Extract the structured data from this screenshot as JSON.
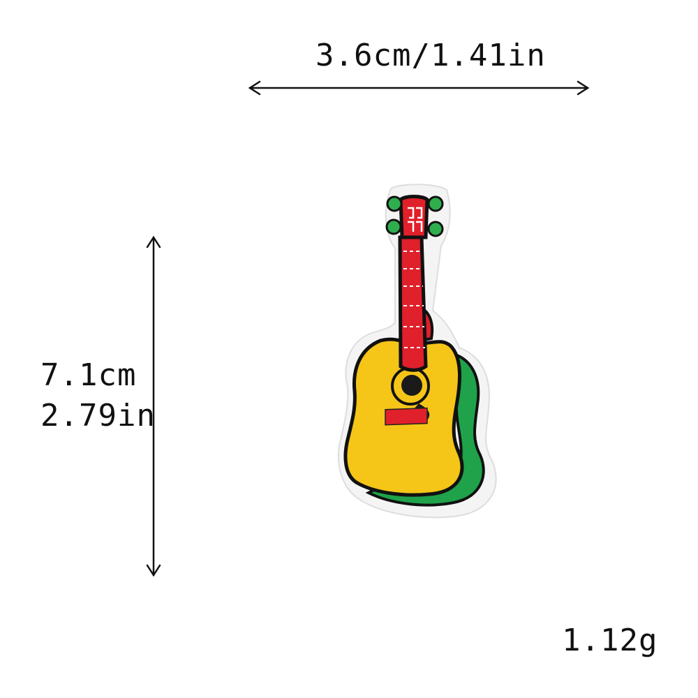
{
  "dimensions": {
    "width_label": "3.6cm/1.41in",
    "height_label_cm": "7.1cm",
    "height_label_in": "2.79in",
    "weight_label": "1.12g"
  },
  "product": {
    "subject": "guitar-patch",
    "colors": {
      "body": "#f5c518",
      "side": "#1fa24a",
      "neck": "#e0202a",
      "pegs": "#2fae4e",
      "outline": "#111111",
      "border": "#f4f4f4"
    }
  }
}
